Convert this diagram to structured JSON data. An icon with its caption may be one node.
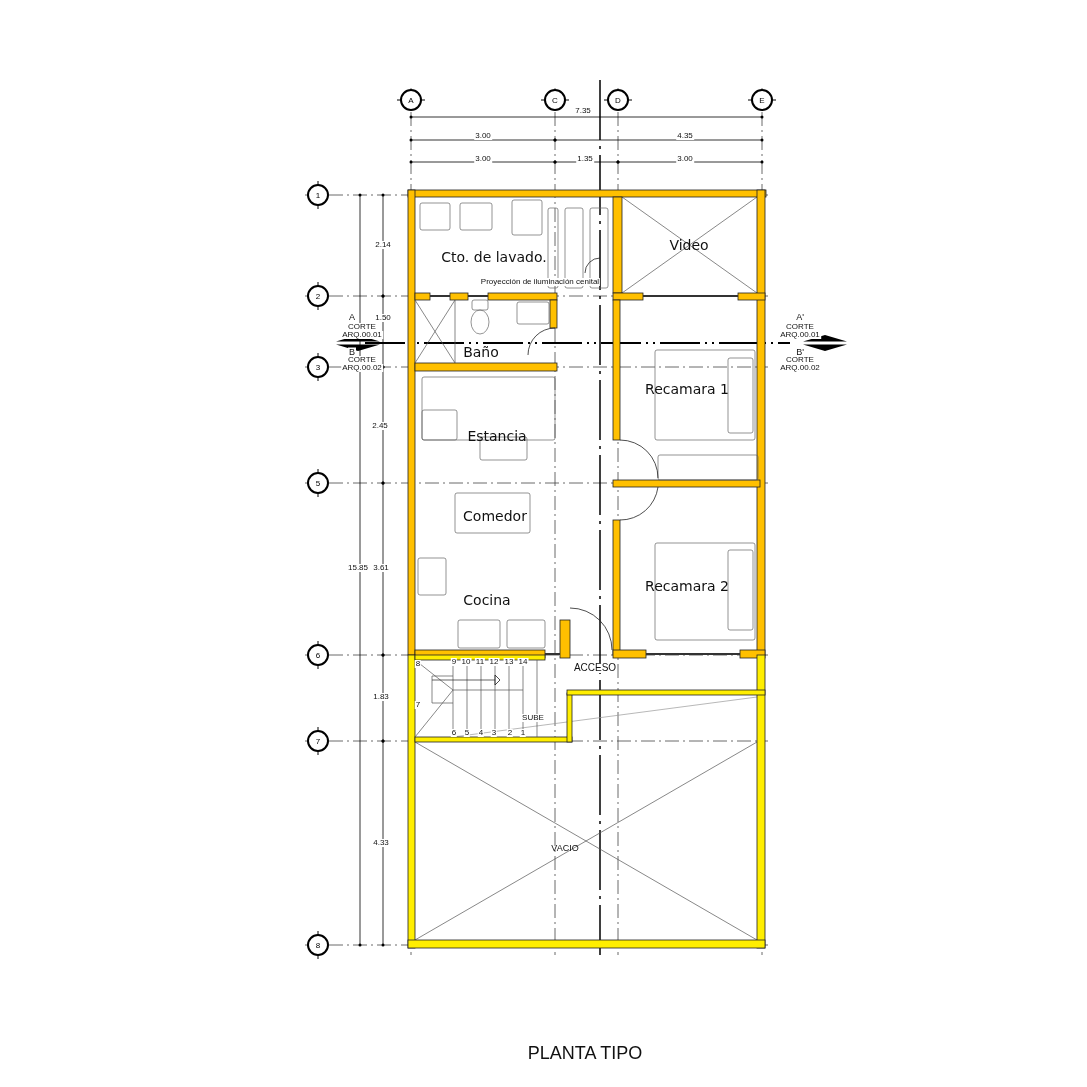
{
  "diagram": {
    "caption": "PLANTA TIPO",
    "nodes": [
      {
        "text": [
          "A"
        ]
      },
      {
        "text": [
          "C"
        ]
      },
      {
        "text": [
          "D"
        ]
      },
      {
        "text": [
          "E"
        ]
      },
      {
        "text": [
          "1"
        ]
      },
      {
        "text": [
          "2"
        ]
      },
      {
        "text": [
          "3"
        ]
      },
      {
        "text": [
          "5"
        ]
      },
      {
        "text": [
          "6"
        ]
      },
      {
        "text": [
          "7"
        ]
      },
      {
        "text": [
          "8"
        ]
      },
      {
        "text": [
          "Cto. de lavado."
        ]
      },
      {
        "text": [
          "Video"
        ]
      },
      {
        "text": [
          "Baño"
        ]
      },
      {
        "text": [
          "Recamara 1"
        ]
      },
      {
        "text": [
          "Estancia"
        ]
      },
      {
        "text": [
          "Comedor"
        ]
      },
      {
        "text": [
          "Cocina"
        ]
      },
      {
        "text": [
          "Recamara 2"
        ]
      },
      {
        "text": [
          "VACIO"
        ]
      }
    ],
    "edges": [],
    "labels": [
      "7.35",
      "3.00",
      "4.35",
      "3.00",
      "1.35",
      "3.00",
      "2.14",
      "1.50",
      "2.45",
      "3.61",
      "1.83",
      "4.33",
      "15.85",
      "A",
      "CORTE",
      "ARQ.00.01",
      "B",
      "CORTE",
      "ARQ.00.02",
      "A'",
      "CORTE",
      "ARQ.00.01",
      "B'",
      "CORTE",
      "ARQ.00.02",
      "Proyección de iluminación cenital",
      "9",
      "10",
      "11",
      "12",
      "13",
      "14",
      "8",
      "7",
      "6",
      "5",
      "4",
      "3",
      "2",
      "1",
      "SUBE",
      "ACCESO"
    ]
  }
}
